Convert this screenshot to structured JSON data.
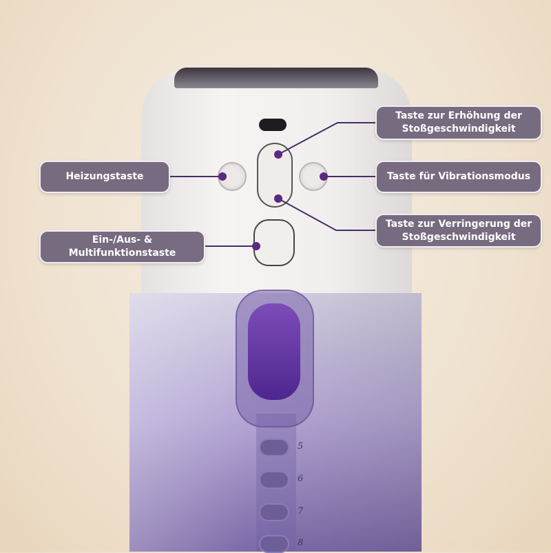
{
  "callouts": {
    "increase_speed": "Taste zur Erhöhung der Stoßgeschwindigkeit",
    "heating": "Heizungstaste",
    "vibration_mode": "Taste für Vibrationsmodus",
    "decrease_speed": "Taste zur Verringerung der Stoßgeschwindigkeit",
    "power": "Ein-/Aus- & Multifunktionstaste"
  },
  "scale_marks": [
    "5",
    "6",
    "7",
    "8"
  ],
  "colors": {
    "callout_bg": "#6c6178",
    "leader_line": "#4a2a66",
    "accent": "#5a2a80"
  }
}
